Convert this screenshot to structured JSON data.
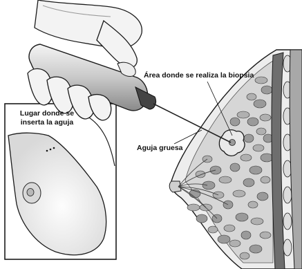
{
  "labels": {
    "insertion_site": "Lugar donde se inserta la aguja",
    "biopsy_area": "Área donde se realiza la biopsia",
    "thick_needle": "Aguja gruesa"
  },
  "colors": {
    "outline": "#1a1a1a",
    "skin": "#f2f2f2",
    "shade": "#b5b5b5",
    "lobule": "#8f8f8f",
    "rib": "#dcdcdc",
    "muscle": "#6e6e6e"
  },
  "icons": [
    "hand-holding-biopsy-device",
    "breast-cross-section",
    "breast-inset"
  ]
}
